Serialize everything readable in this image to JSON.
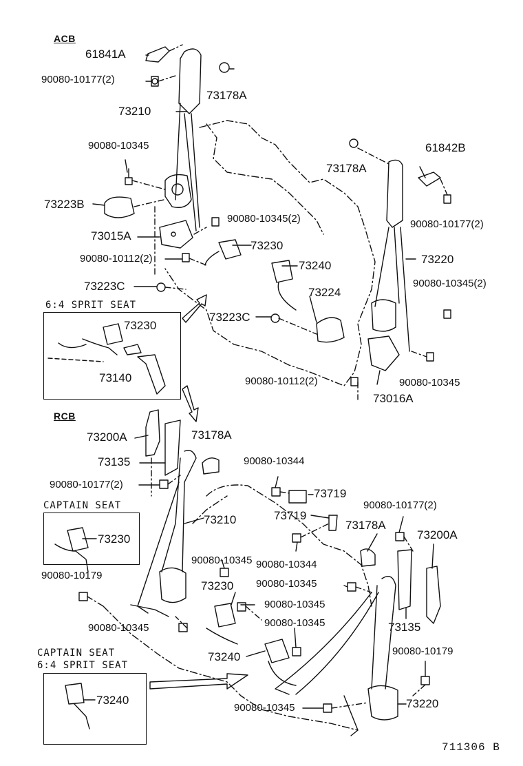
{
  "sections": {
    "acb": "ACB",
    "rcb": "RCB"
  },
  "insets": {
    "split_seat_top": "6:4 SPRIT SEAT",
    "captain_seat": "CAPTAIN SEAT",
    "captain_split_line1": "CAPTAIN SEAT",
    "captain_split_line2": "6:4 SPRIT SEAT"
  },
  "reference_code": "711306 B",
  "labels": {
    "l01": "61841A",
    "l02": "90080-10177(2)",
    "l03": "73178A",
    "l04": "73210",
    "l05": "90080-10345",
    "l06": "73223B",
    "l07": "90080-10345(2)",
    "l08": "73015A",
    "l09": "73230",
    "l10": "90080-10112(2)",
    "l11": "73240",
    "l12": "73223C",
    "l13": "73224",
    "l14": "73223C",
    "l15": "73178A",
    "l16": "61842B",
    "l17": "90080-10177(2)",
    "l18": "73220",
    "l19": "90080-10345(2)",
    "l20": "90080-10112(2)",
    "l21": "90080-10345",
    "l22": "73016A",
    "l23": "73230",
    "l24": "73140",
    "l25": "73200A",
    "l26": "73178A",
    "l27": "73135",
    "l28": "90080-10344",
    "l29": "90080-10177(2)",
    "l30": "73719",
    "l31": "73210",
    "l32": "73719",
    "l33": "90080-10177(2)",
    "l34": "73230",
    "l35": "90080-10345",
    "l36": "73178A",
    "l37": "73200A",
    "l38": "90080-10344",
    "l39": "90080-10179",
    "l40": "73230",
    "l41": "90080-10345",
    "l42": "90080-10345",
    "l43": "73135",
    "l44": "90080-10345",
    "l45": "90080-10345",
    "l46": "73240",
    "l47": "90080-10179",
    "l48": "73240",
    "l49": "90080-10345",
    "l50": "73220"
  }
}
